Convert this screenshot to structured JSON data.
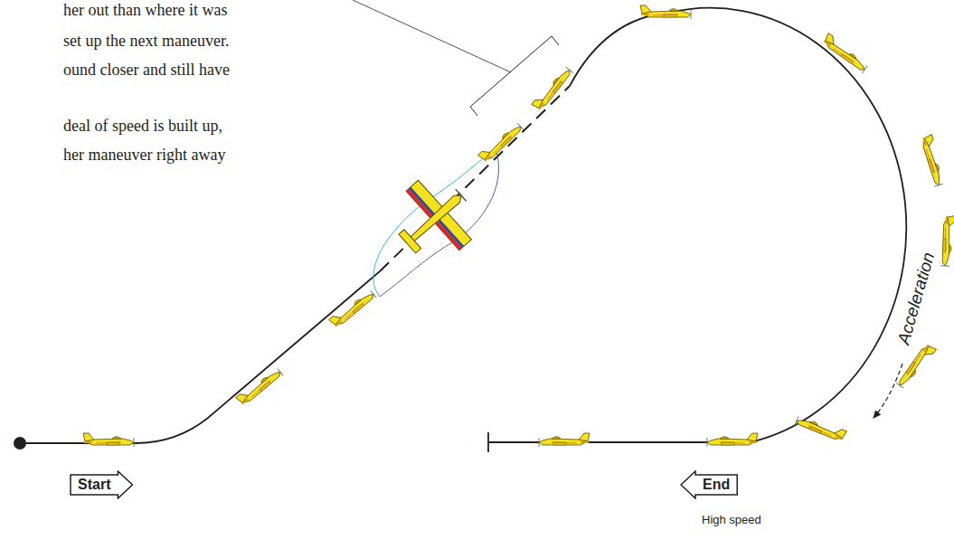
{
  "diagram": {
    "nodes": [
      {
        "text": [
          "Start"
        ]
      },
      {
        "text": [
          "End"
        ]
      }
    ],
    "labels": [
      "her out than where it was",
      "set up the next maneuver.",
      "ound closer and still have",
      "deal of speed is built up,",
      "her maneuver right away",
      "Acceleration",
      "High speed"
    ]
  }
}
